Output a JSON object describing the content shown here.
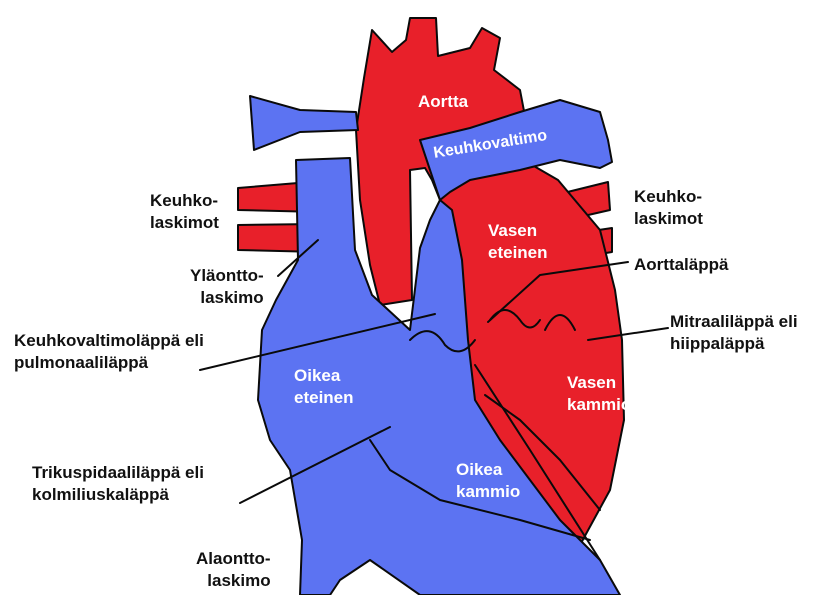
{
  "colors": {
    "oxygenated_blood": "#e8202a",
    "deoxygenated_blood": "#5c73f2",
    "outline": "#0a0a0a",
    "background": "#ffffff"
  },
  "labels": {
    "aortta": "Aortta",
    "keuhkovaltimo": "Keuhkovaltimo",
    "keuhkolaskimot_left": "Keuhko-\nlaskimot",
    "keuhkolaskimot_right": "Keuhko-\nlaskimot",
    "ylaonttolaskimo": "Yläontto-\nlaskimo",
    "vasen_eteinen": "Vasen\neteinen",
    "aorttalappa": "Aorttaläppä",
    "mitraalilappa": "Mitraaliläppä eli\nhiippaläppä",
    "keuhkovaltimolappa": "Keuhkovaltimoläppä eli\npulmonaaliläppä",
    "oikea_eteinen": "Oikea\neteinen",
    "vasen_kammio": "Vasen\nkammio",
    "trikuspidaalilappa": "Trikuspidaaliläppä eli\nkolmiliuskaläppä",
    "oikea_kammio": "Oikea\nkammio",
    "alaonttolaskimo": "Alaontto-\nlaskimo"
  }
}
